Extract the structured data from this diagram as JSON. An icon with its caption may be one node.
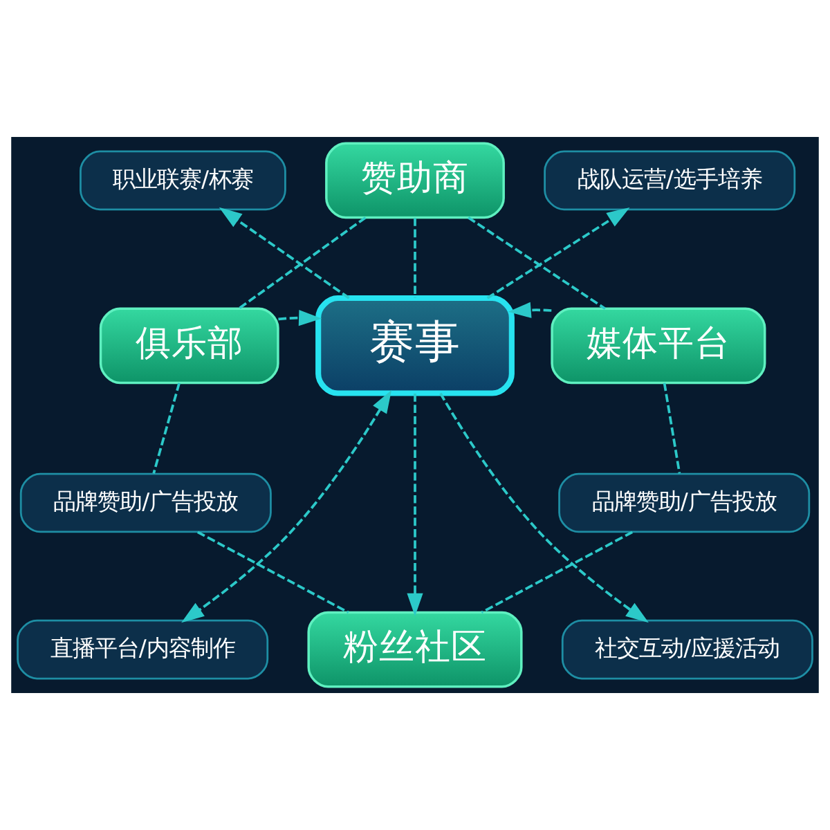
{
  "diagram": {
    "nodes": [
      {
        "text": [
          "职业联赛/杯赛"
        ]
      },
      {
        "text": [
          "赞助商"
        ]
      },
      {
        "text": [
          "战队运营/选手培养"
        ]
      },
      {
        "text": [
          "俱乐部"
        ]
      },
      {
        "text": [
          "赛事"
        ]
      },
      {
        "text": [
          "媒体平台"
        ]
      },
      {
        "text": [
          "品牌赞助/广告投放"
        ]
      },
      {
        "text": [
          "品牌赞助/广告投放"
        ]
      },
      {
        "text": [
          "直播平台/内容制作"
        ]
      },
      {
        "text": [
          "粉丝社区"
        ]
      },
      {
        "text": [
          "社交互动/应援活动"
        ]
      }
    ],
    "edges": [
      {
        "from": 1,
        "to": 4,
        "arrow": "none",
        "style": "dashed"
      },
      {
        "from": 4,
        "to": 0,
        "arrow": "to",
        "style": "dashed"
      },
      {
        "from": 4,
        "to": 2,
        "arrow": "to",
        "style": "dashed"
      },
      {
        "from": 3,
        "to": 4,
        "arrow": "to",
        "style": "dashed"
      },
      {
        "from": 5,
        "to": 4,
        "arrow": "to",
        "style": "dashed"
      },
      {
        "from": 4,
        "to": 9,
        "arrow": "to",
        "style": "dashed"
      },
      {
        "from": 4,
        "to": 10,
        "arrow": "to",
        "style": "dashed"
      },
      {
        "from": 4,
        "to": 8,
        "arrow": "both",
        "style": "dashed"
      },
      {
        "from": 1,
        "to": 3,
        "arrow": "none",
        "style": "dashed"
      },
      {
        "from": 1,
        "to": 5,
        "arrow": "none",
        "style": "dashed"
      },
      {
        "from": 3,
        "to": 6,
        "arrow": "none",
        "style": "dashed"
      },
      {
        "from": 6,
        "to": 9,
        "arrow": "none",
        "style": "dashed"
      },
      {
        "from": 5,
        "to": 7,
        "arrow": "none",
        "style": "dashed"
      },
      {
        "from": 7,
        "to": 9,
        "arrow": "none",
        "style": "dashed"
      }
    ]
  }
}
